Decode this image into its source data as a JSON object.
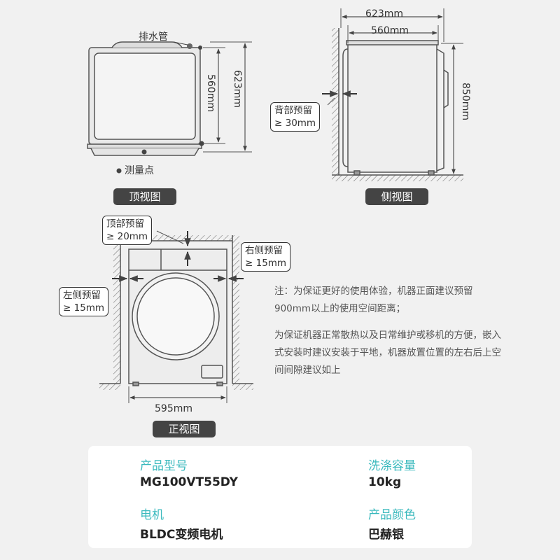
{
  "top_view": {
    "drain_label": "排水管",
    "depth_label": "560mm",
    "depth_total_label": "623mm",
    "measure_legend": "测量点",
    "tag": "顶视图"
  },
  "side_view": {
    "total_depth_label": "623mm",
    "body_depth_label": "560mm",
    "height_label": "850mm",
    "rear_clearance_title": "背部预留",
    "rear_clearance_value": "≥ 30mm",
    "tag": "侧视图"
  },
  "front_view": {
    "top_clearance_title": "顶部预留",
    "top_clearance_value": "≥ 20mm",
    "right_clearance_title": "右侧预留",
    "right_clearance_value": "≥ 15mm",
    "left_clearance_title": "左侧预留",
    "left_clearance_value": "≥ 15mm",
    "width_label": "595mm",
    "tag": "正视图"
  },
  "notes": {
    "note1": "注：为保证更好的使用体验，机器正面建议预留900mm以上的使用空间距离；",
    "note2": "为保证机器正常散热以及日常维护或移机的方便，嵌入式安装时建议安装于平地，机器放置位置的左右后上空间间隙建议如上"
  },
  "specs": {
    "model_key": "产品型号",
    "model_value": "MG100VT55DY",
    "capacity_key": "洗涤容量",
    "capacity_value": "10kg",
    "motor_key": "电机",
    "motor_value": "BLDC变频电机",
    "color_key": "产品颜色",
    "color_value": "巴赫银"
  },
  "colors": {
    "background": "#f1f1f1",
    "line": "#555555",
    "accent": "#39b9bd",
    "tag_bg": "#444444"
  }
}
